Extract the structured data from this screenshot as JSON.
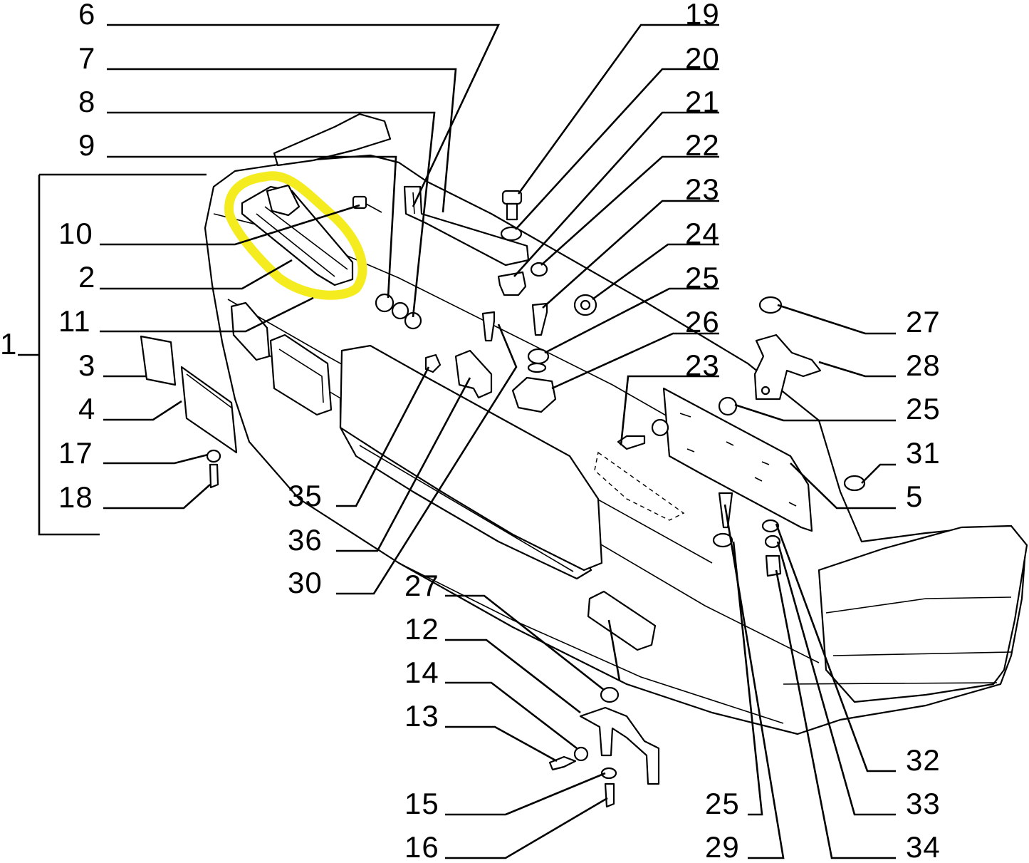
{
  "highlight_color": "#f4ec1e",
  "callouts": [
    {
      "id": "6",
      "label": "6"
    },
    {
      "id": "7",
      "label": "7"
    },
    {
      "id": "8",
      "label": "8"
    },
    {
      "id": "9",
      "label": "9"
    },
    {
      "id": "10",
      "label": "10"
    },
    {
      "id": "2",
      "label": "2"
    },
    {
      "id": "11",
      "label": "11"
    },
    {
      "id": "1",
      "label": "1"
    },
    {
      "id": "3",
      "label": "3"
    },
    {
      "id": "4",
      "label": "4"
    },
    {
      "id": "17",
      "label": "17"
    },
    {
      "id": "18",
      "label": "18"
    },
    {
      "id": "35",
      "label": "35"
    },
    {
      "id": "36",
      "label": "36"
    },
    {
      "id": "30",
      "label": "30"
    },
    {
      "id": "27b",
      "label": "27"
    },
    {
      "id": "12",
      "label": "12"
    },
    {
      "id": "14",
      "label": "14"
    },
    {
      "id": "13",
      "label": "13"
    },
    {
      "id": "15",
      "label": "15"
    },
    {
      "id": "16",
      "label": "16"
    },
    {
      "id": "19",
      "label": "19"
    },
    {
      "id": "20",
      "label": "20"
    },
    {
      "id": "21",
      "label": "21"
    },
    {
      "id": "22",
      "label": "22"
    },
    {
      "id": "23a",
      "label": "23"
    },
    {
      "id": "24",
      "label": "24"
    },
    {
      "id": "25a",
      "label": "25"
    },
    {
      "id": "26",
      "label": "26"
    },
    {
      "id": "23b",
      "label": "23"
    },
    {
      "id": "27a",
      "label": "27"
    },
    {
      "id": "28",
      "label": "28"
    },
    {
      "id": "25b",
      "label": "25"
    },
    {
      "id": "31",
      "label": "31"
    },
    {
      "id": "5",
      "label": "5"
    },
    {
      "id": "25c",
      "label": "25"
    },
    {
      "id": "29",
      "label": "29"
    },
    {
      "id": "32",
      "label": "32"
    },
    {
      "id": "33",
      "label": "33"
    },
    {
      "id": "34",
      "label": "34"
    }
  ]
}
